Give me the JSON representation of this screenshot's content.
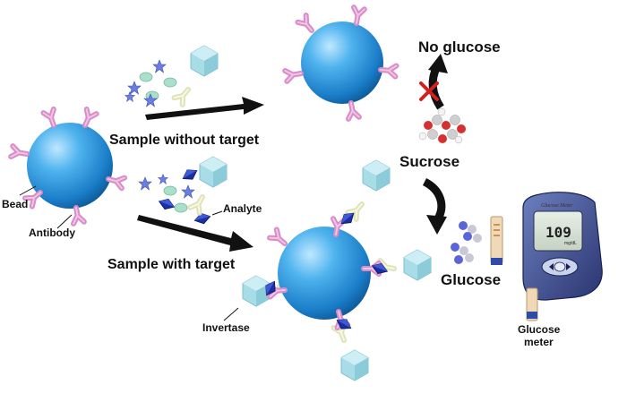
{
  "labels": {
    "sample_without_target": "Sample without target",
    "sample_with_target": "Sample with target",
    "no_glucose": "No glucose",
    "sucrose": "Sucrose",
    "glucose": "Glucose",
    "bead": "Bead",
    "antibody": "Antibody",
    "analyte": "Analyte",
    "invertase": "Invertase",
    "glucose_meter_line1": "Glucose",
    "glucose_meter_line2": "meter"
  },
  "meter": {
    "brand": "Glucose Meter",
    "reading": "109",
    "unit": "mg/dL"
  },
  "colors": {
    "bead": "#1e88d0",
    "antibody": "#d88cc8",
    "invertase": "#a8dde8",
    "analyte": "#1a2fa0",
    "arrow": "#111111",
    "cross": "#d22020"
  }
}
